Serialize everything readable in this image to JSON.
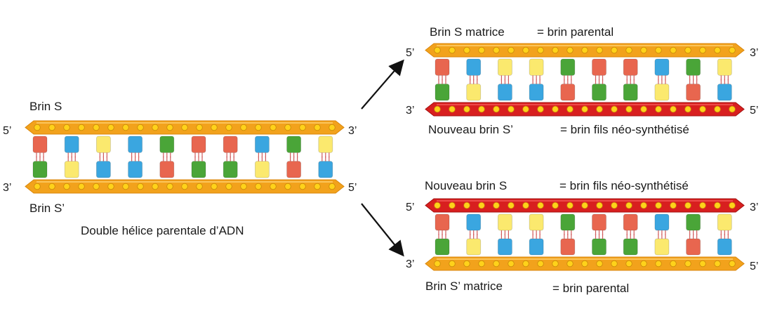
{
  "colors": {
    "strand_orange": "#f2a21c",
    "strand_orange_dark": "#d9860c",
    "strand_red": "#d81f1f",
    "dot_yellow": "#ffd21a",
    "base_red": "#e8664f",
    "base_blue": "#3aa6e0",
    "base_yellow": "#fbe96e",
    "base_green": "#4aa538",
    "bond": "#d05a5a"
  },
  "parental": {
    "top_strand_label": "Brin S",
    "bottom_strand_label": "Brin S’",
    "top_left_end": "5’",
    "top_right_end": "3’",
    "bottom_left_end": "3’",
    "bottom_right_end": "5’",
    "caption": "Double hélice parentale d’ADN",
    "top_strand_color": "orange",
    "bottom_strand_color": "orange",
    "top_bases": [
      "red",
      "blue",
      "yellow",
      "blue",
      "green",
      "red",
      "red",
      "blue",
      "green",
      "yellow"
    ],
    "bottom_bases": [
      "green",
      "yellow",
      "blue",
      "blue",
      "red",
      "green",
      "green",
      "yellow",
      "red",
      "blue"
    ]
  },
  "daughter_1": {
    "top_label_part1": "Brin S matrice",
    "top_label_part2": "= brin parental",
    "bottom_label_part1": "Nouveau brin S’",
    "bottom_label_part2": "= brin fils néo-synthétisé",
    "top_left_end": "5’",
    "top_right_end": "3’",
    "bottom_left_end": "3’",
    "bottom_right_end": "5’",
    "top_strand_color": "orange",
    "bottom_strand_color": "red",
    "top_bases": [
      "red",
      "blue",
      "yellow",
      "yellow",
      "green",
      "red",
      "red",
      "blue",
      "green",
      "yellow"
    ],
    "bottom_bases": [
      "green",
      "yellow",
      "blue",
      "blue",
      "red",
      "green",
      "green",
      "yellow",
      "red",
      "blue"
    ]
  },
  "daughter_2": {
    "top_label_part1": "Nouveau brin S",
    "top_label_part2": "= brin fils néo-synthétisé",
    "bottom_label_part1": "Brin S’ matrice",
    "bottom_label_part2": "= brin parental",
    "top_left_end": "5’",
    "top_right_end": "3’",
    "bottom_left_end": "3’",
    "bottom_right_end": "5’",
    "top_strand_color": "red",
    "bottom_strand_color": "orange",
    "top_bases": [
      "red",
      "blue",
      "yellow",
      "yellow",
      "green",
      "red",
      "red",
      "blue",
      "green",
      "yellow"
    ],
    "bottom_bases": [
      "green",
      "yellow",
      "blue",
      "blue",
      "red",
      "green",
      "green",
      "yellow",
      "red",
      "blue"
    ]
  }
}
